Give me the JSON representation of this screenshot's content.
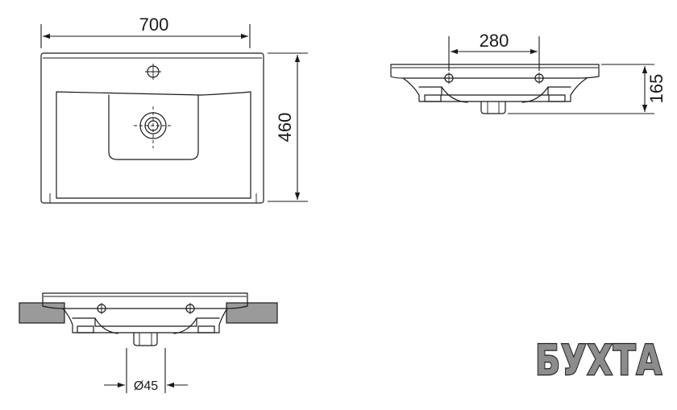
{
  "dimensions": {
    "width": "700",
    "depth": "460",
    "mount_spacing": "280",
    "height": "165",
    "drain_diameter": "Ø45"
  },
  "logo": {
    "text": "БУХТА"
  }
}
